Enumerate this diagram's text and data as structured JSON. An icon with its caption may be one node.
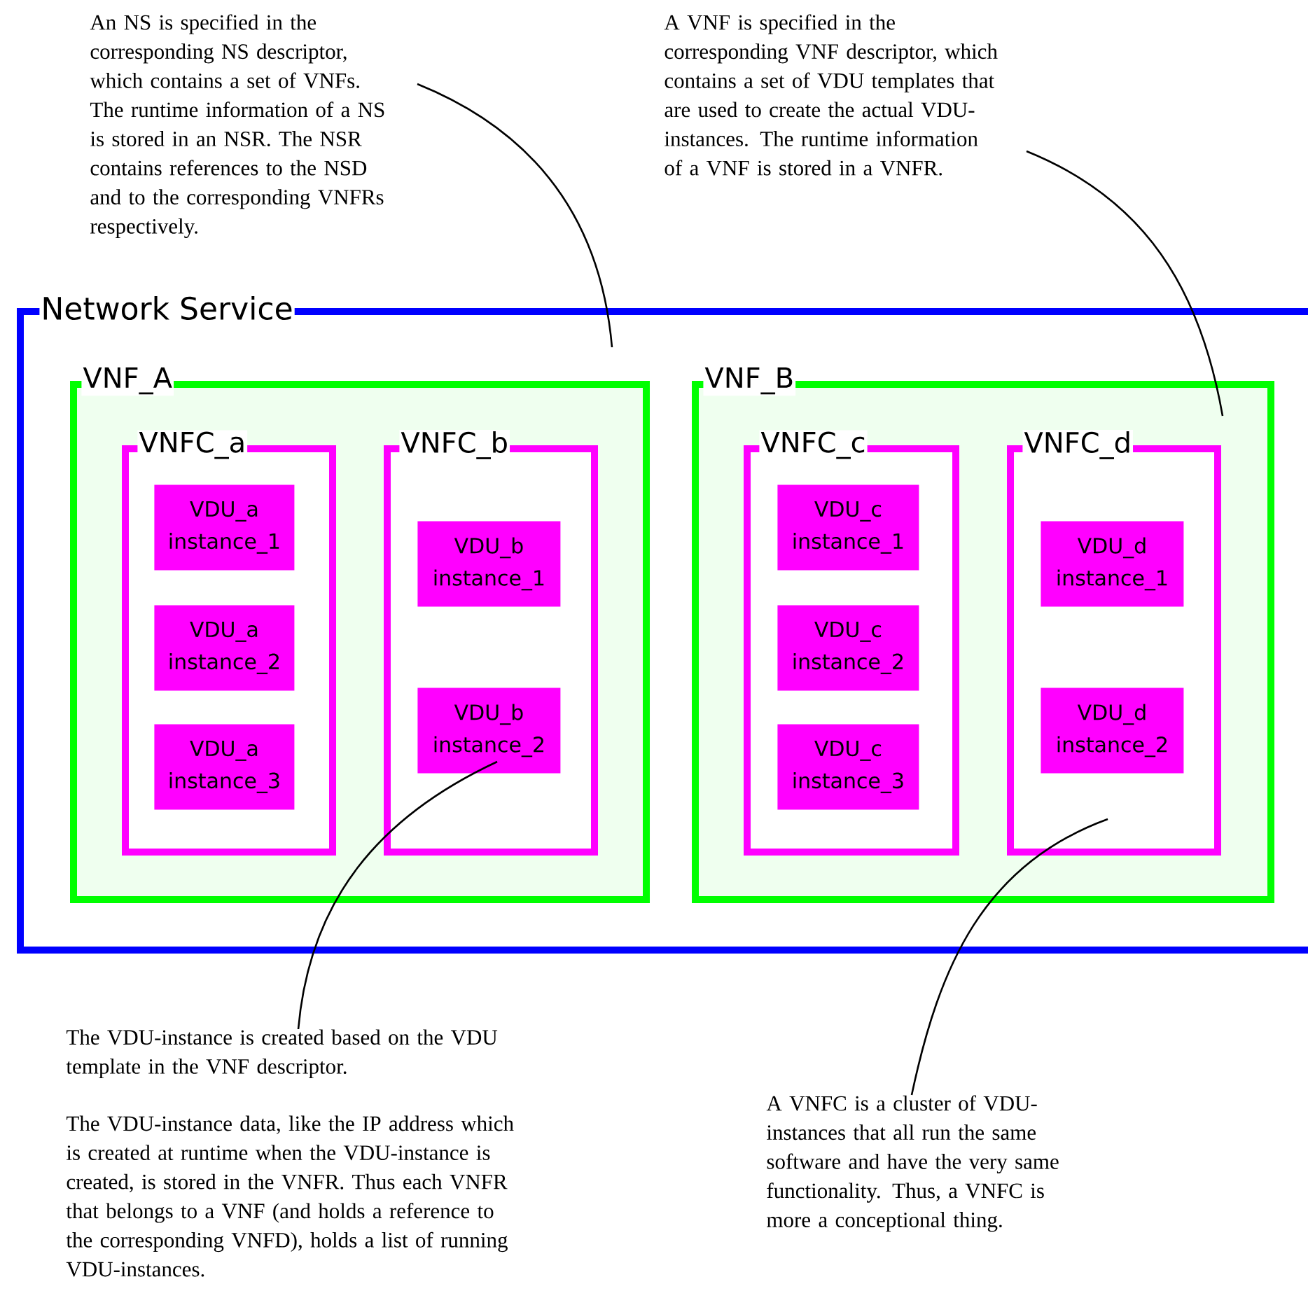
{
  "diagram": {
    "nodes": [
      {
        "text": [
          "Network Service"
        ]
      },
      {
        "text": [
          "VNF_A"
        ],
        "in": 0
      },
      {
        "text": [
          "VNFC_a"
        ],
        "in": 1
      },
      {
        "text": [
          "VDU_a instance_1"
        ],
        "in": 2
      },
      {
        "text": [
          "VDU_a instance_2"
        ],
        "in": 2
      },
      {
        "text": [
          "VDU_a instance_3"
        ],
        "in": 2
      },
      {
        "text": [
          "VNFC_b"
        ],
        "in": 1
      },
      {
        "text": [
          "VDU_b instance_1"
        ],
        "in": 6
      },
      {
        "text": [
          "VDU_b instance_2"
        ],
        "in": 6
      },
      {
        "text": [
          "VNF_B"
        ],
        "in": 0
      },
      {
        "text": [
          "VNFC_c"
        ],
        "in": 9
      },
      {
        "text": [
          "VDU_c instance_1"
        ],
        "in": 10
      },
      {
        "text": [
          "VDU_c instance_2"
        ],
        "in": 10
      },
      {
        "text": [
          "VDU_c instance_3"
        ],
        "in": 10
      },
      {
        "text": [
          "VNFC_d"
        ],
        "in": 9
      },
      {
        "text": [
          "VDU_d instance_1"
        ],
        "in": 14
      },
      {
        "text": [
          "VDU_d instance_2"
        ],
        "in": 14
      },
      {
        "text": [
          "An NS is specified in the corresponding NS descriptor, which contains a set of VNFs. The runtime information of a NS is stored in an NSR. The NSR contains references to the NSD and to the corresponding VNFRs respectively."
        ]
      },
      {
        "text": [
          "A VNF is specified in the corresponding VNF descriptor, which contains a set of VDU templates that are used to create the actual VDU-instances. The runtime information of a VNF is stored in a VNFR."
        ]
      },
      {
        "text": [
          "The VDU-instance is created based on the VDU template in the VNF descriptor.",
          "The VDU-instance data, like the IP address which is created at runtime when the VDU-instance is created, is stored in the VNFR. Thus each VNFR that belongs to a VNF (and holds a reference to the corresponding VNFD), holds a list of running VDU-instances."
        ]
      },
      {
        "text": [
          "A VNFC is a cluster of VDU-instances that all run the same software and have the very same functionality. Thus, a VNFC is more a conceptional thing."
        ]
      }
    ],
    "edges": [
      {
        "from": 17,
        "to": 0,
        "arrow": "none"
      },
      {
        "from": 18,
        "to": 9,
        "arrow": "none"
      },
      {
        "from": 19,
        "to": 8,
        "arrow": "none"
      },
      {
        "from": 20,
        "to": 14,
        "arrow": "none"
      }
    ]
  }
}
